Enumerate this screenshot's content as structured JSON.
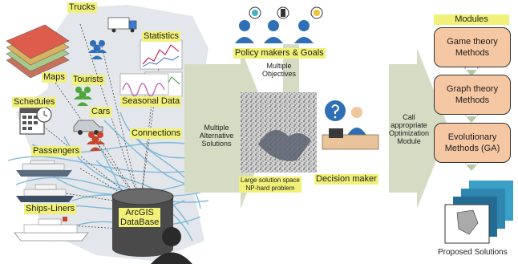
{
  "labels": {
    "trucks": "Trucks",
    "statistics": "Statistics",
    "schedules": "Schedules",
    "maps": "Maps",
    "tourists": "Tourists",
    "cars": "Cars",
    "seasonal_data": "Seasonal Data",
    "connections": "Connections",
    "passengers": "Passengers",
    "ships_liners": "Ships-Liners",
    "arcgis_database": "ArcGIS\nDataBase"
  },
  "flow": {
    "policy_makers": "Policy makers & Goals",
    "multiple_objectives": "Multiple\nObjectives",
    "multiple_alternative_solutions": "Multiple\nAlternative\nSolutions",
    "solution_space": "Large solution space\nNP-hard problem",
    "decision_maker": "Decision maker",
    "call_module": "Call\nappropriate\nOptimization\nModule"
  },
  "modules": {
    "title": "Modules",
    "items": [
      "Game theory\nMethods",
      "Graph theory\nMethods",
      "Evolutionary\nMethods (GA)"
    ]
  },
  "proposed_solutions": "Proposed Solutions",
  "colors": {
    "highlight": "#f1f17a",
    "module_fill": "#f6c7a3",
    "arrow": "#d6dcc4",
    "connection_lines": "#73b4d6",
    "people_blue": "#2f6fb5",
    "people_green": "#4fa63d",
    "people_red": "#c8442d"
  }
}
